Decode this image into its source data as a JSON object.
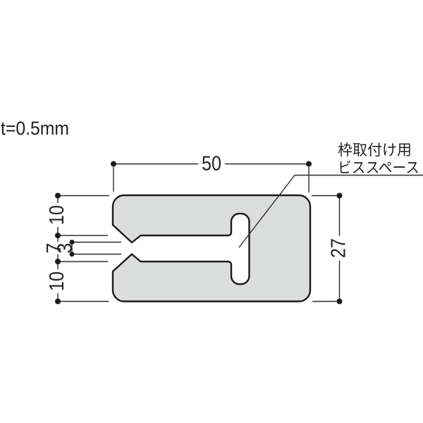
{
  "notes": {
    "thickness": "t=0.5mm"
  },
  "callout": {
    "line1": "枠取付け用",
    "line2": "ビススペース"
  },
  "dimensions": {
    "overall_width": "50",
    "overall_height": "27",
    "upper_wall": "10",
    "channel_height": "7",
    "mouth_opening": "3",
    "lower_wall": "10"
  },
  "colors": {
    "background": "#ffffff",
    "profile_fill": "#dcdddd",
    "profile_outline": "#1d1a1b",
    "dimension_lines": "#2e2b2c"
  }
}
